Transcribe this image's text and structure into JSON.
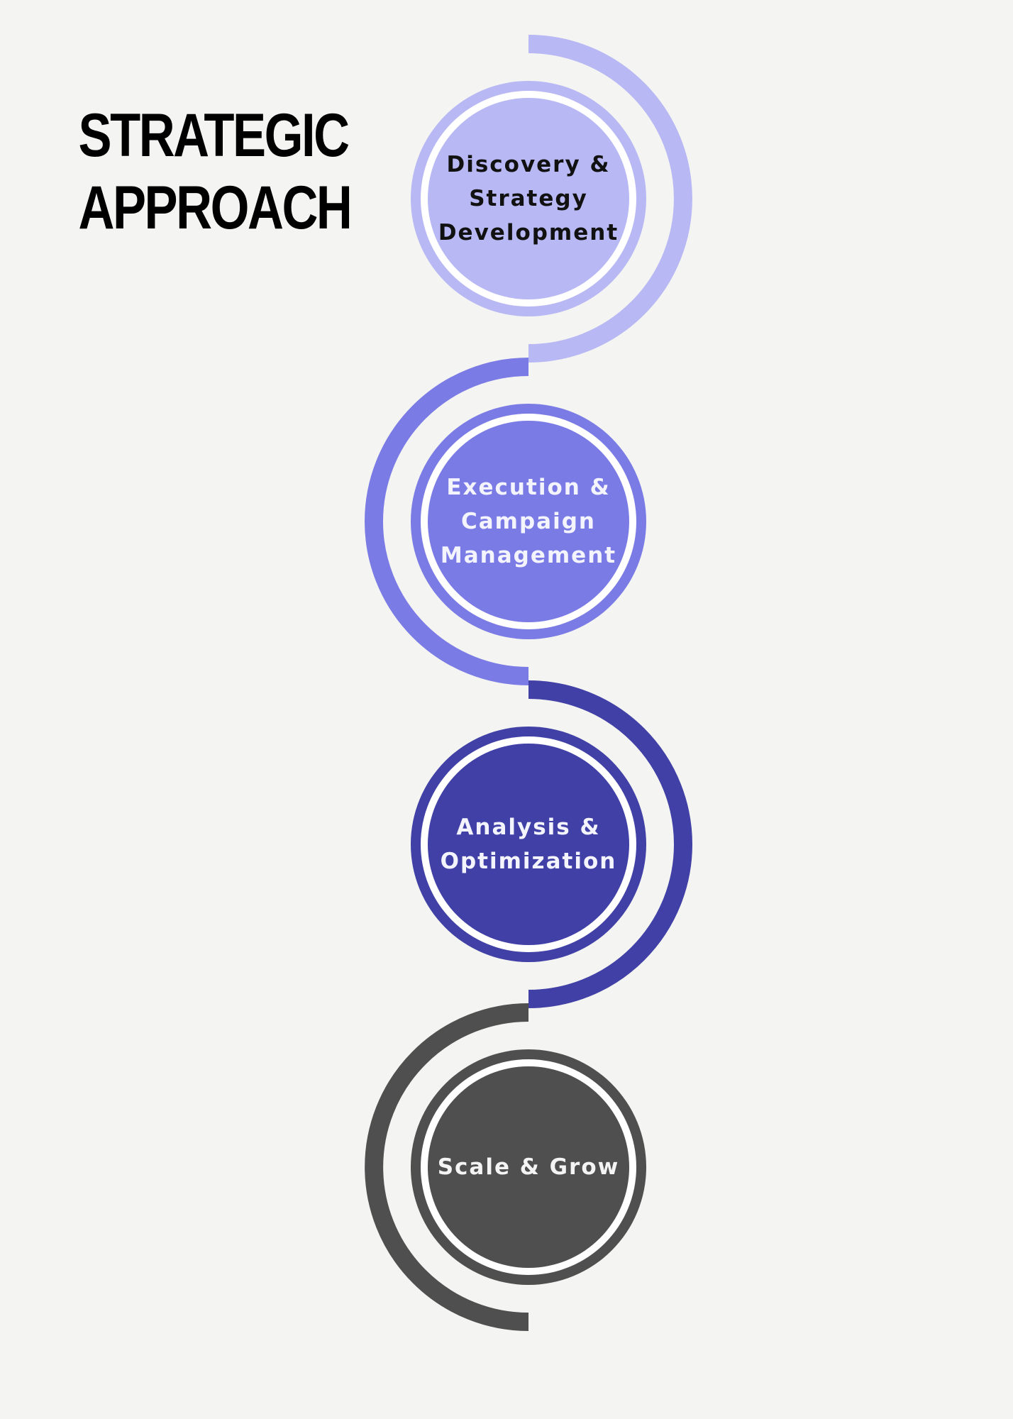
{
  "title": {
    "line1": "STRATEGIC",
    "line2": "APPROACH"
  },
  "steps": [
    {
      "lines": [
        "Discovery &",
        "Strategy",
        "Development"
      ],
      "color": "#b8b8f4",
      "text_color": "#111111"
    },
    {
      "lines": [
        "Execution &",
        "Campaign",
        "Management"
      ],
      "color": "#7b7be6",
      "text_color": "#f4f4ff"
    },
    {
      "lines": [
        "Analysis &",
        "Optimization"
      ],
      "color": "#4040a6",
      "text_color": "#f4f4ff"
    },
    {
      "lines": [
        "Scale & Grow"
      ],
      "color": "#4f4f4f",
      "text_color": "#f4f4f4"
    }
  ]
}
